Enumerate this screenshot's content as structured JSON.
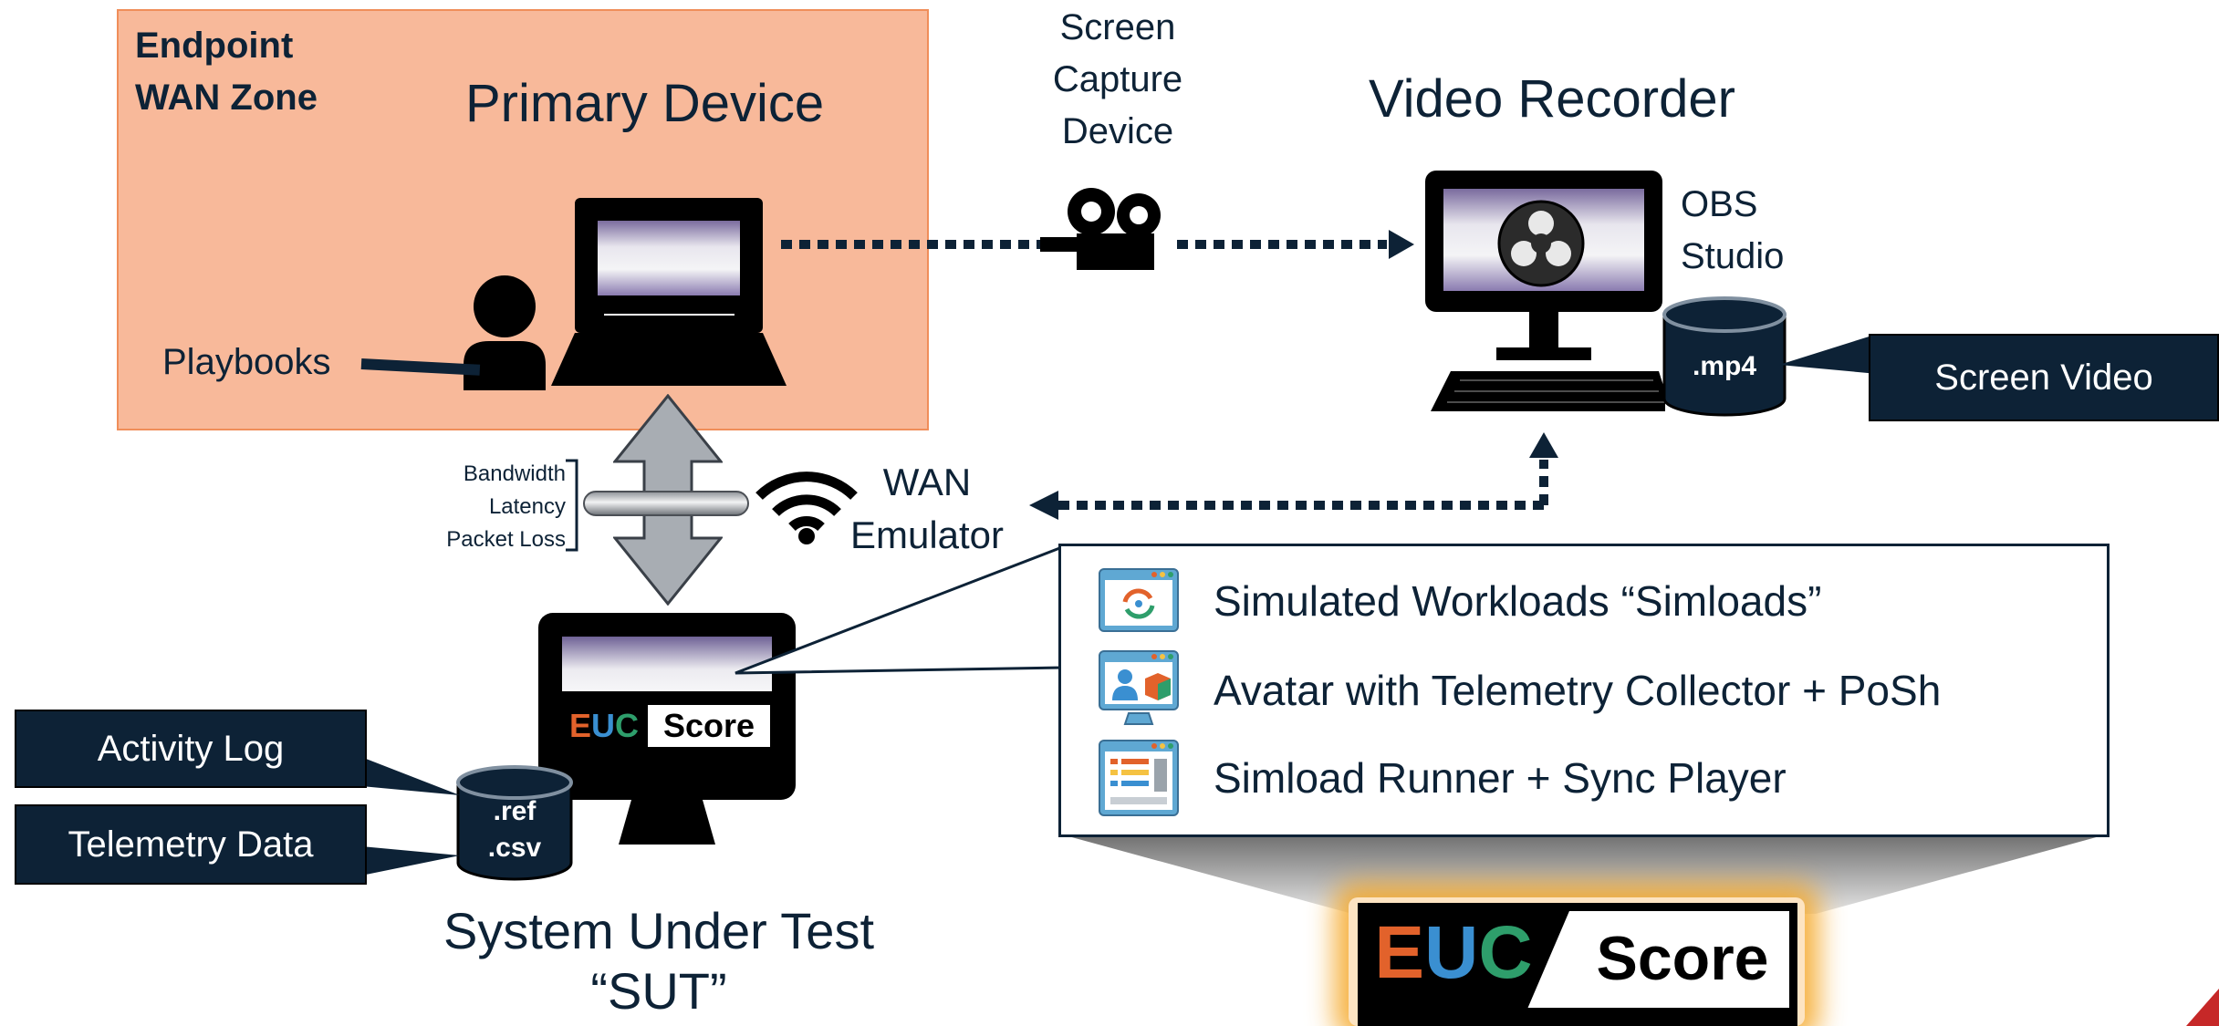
{
  "zone": {
    "title_line1": "Endpoint",
    "title_line2": "WAN Zone"
  },
  "primary_device": {
    "title": "Primary Device",
    "playbooks": "Playbooks"
  },
  "capture": {
    "line1": "Screen",
    "line2": "Capture",
    "line3": "Device"
  },
  "recorder": {
    "title": "Video Recorder",
    "obs_line1": "OBS",
    "obs_line2": "Studio",
    "db_label": ".mp4",
    "output": "Screen Video"
  },
  "wan": {
    "params": [
      "Bandwidth",
      "Latency",
      "Packet Loss"
    ],
    "line1": "WAN",
    "line2": "Emulator"
  },
  "sut": {
    "title_line1": "System Under Test",
    "title_line2": "“SUT”",
    "logo_euc": "EUC",
    "logo_score": "Score",
    "db_line1": ".ref",
    "db_line2": ".csv",
    "activity_log": "Activity Log",
    "telemetry_data": "Telemetry Data"
  },
  "panel": {
    "items": [
      "Simulated Workloads “Simloads”",
      "Avatar with Telemetry Collector + PoSh",
      "Simload Runner + Sync Player"
    ]
  },
  "brand": {
    "euc": "EUC",
    "score": "Score"
  },
  "colors": {
    "navy": "#0d2236",
    "zone": "#f8b99a",
    "euc_e": "#e2622b",
    "euc_u": "#3a8fd1",
    "euc_c": "#2e9e6b",
    "glow": "#f5a623"
  }
}
